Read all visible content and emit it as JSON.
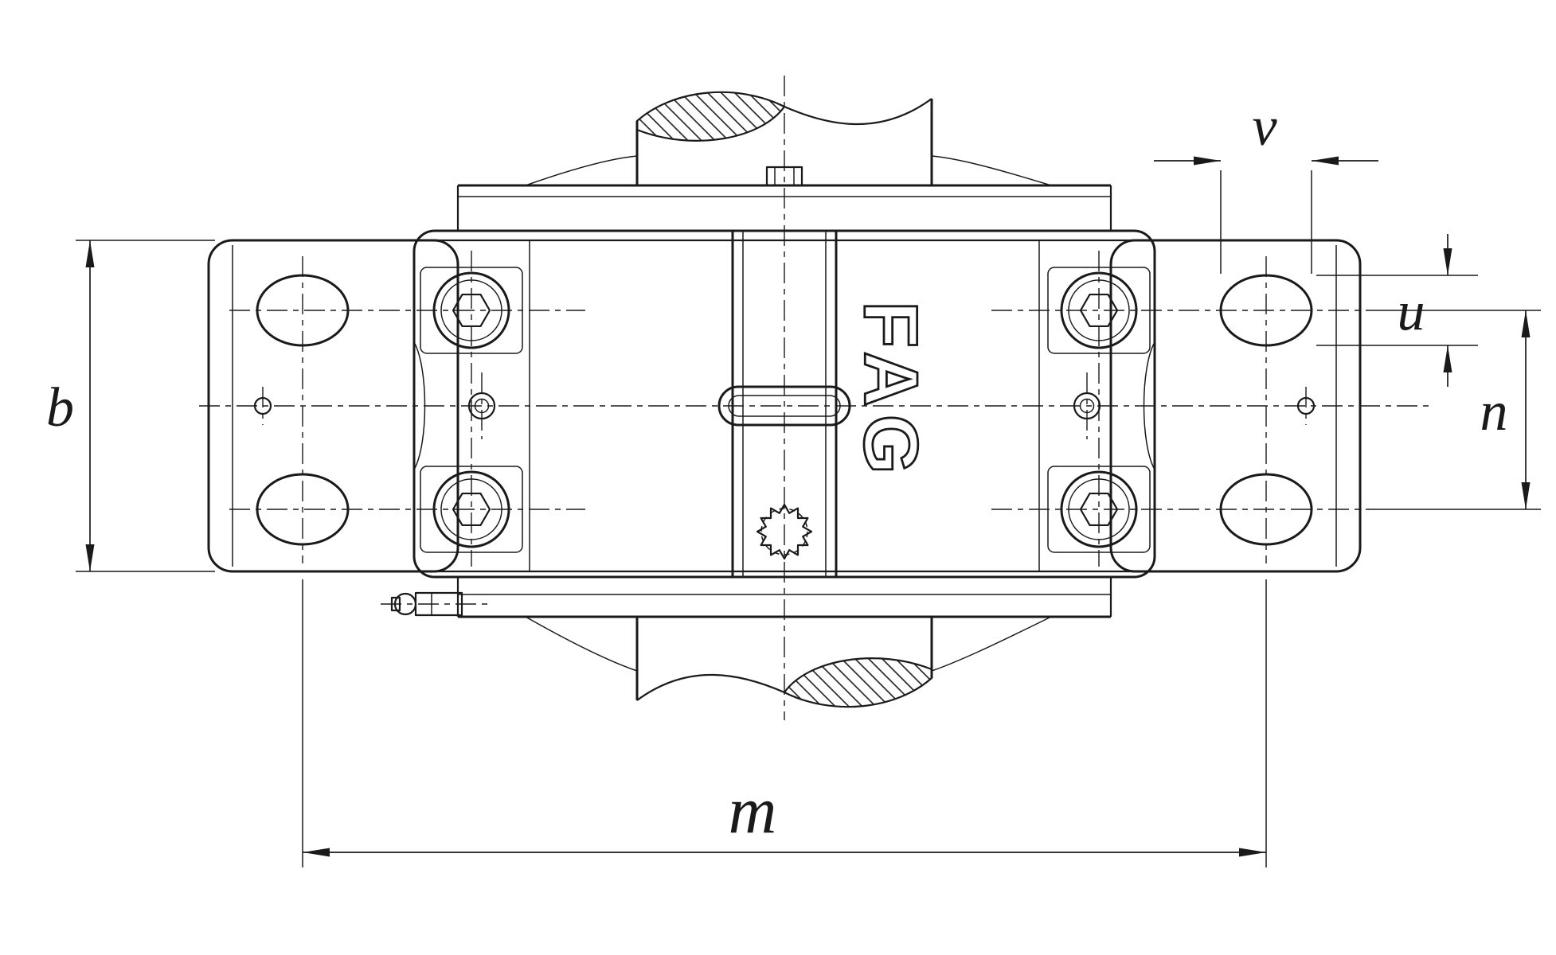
{
  "drawing": {
    "brand": "FAG",
    "labels": {
      "b": "b",
      "m": "m",
      "v": "v",
      "u": "u",
      "n": "n"
    },
    "colors": {
      "line": "#1a1a1a",
      "background": "#ffffff"
    }
  }
}
